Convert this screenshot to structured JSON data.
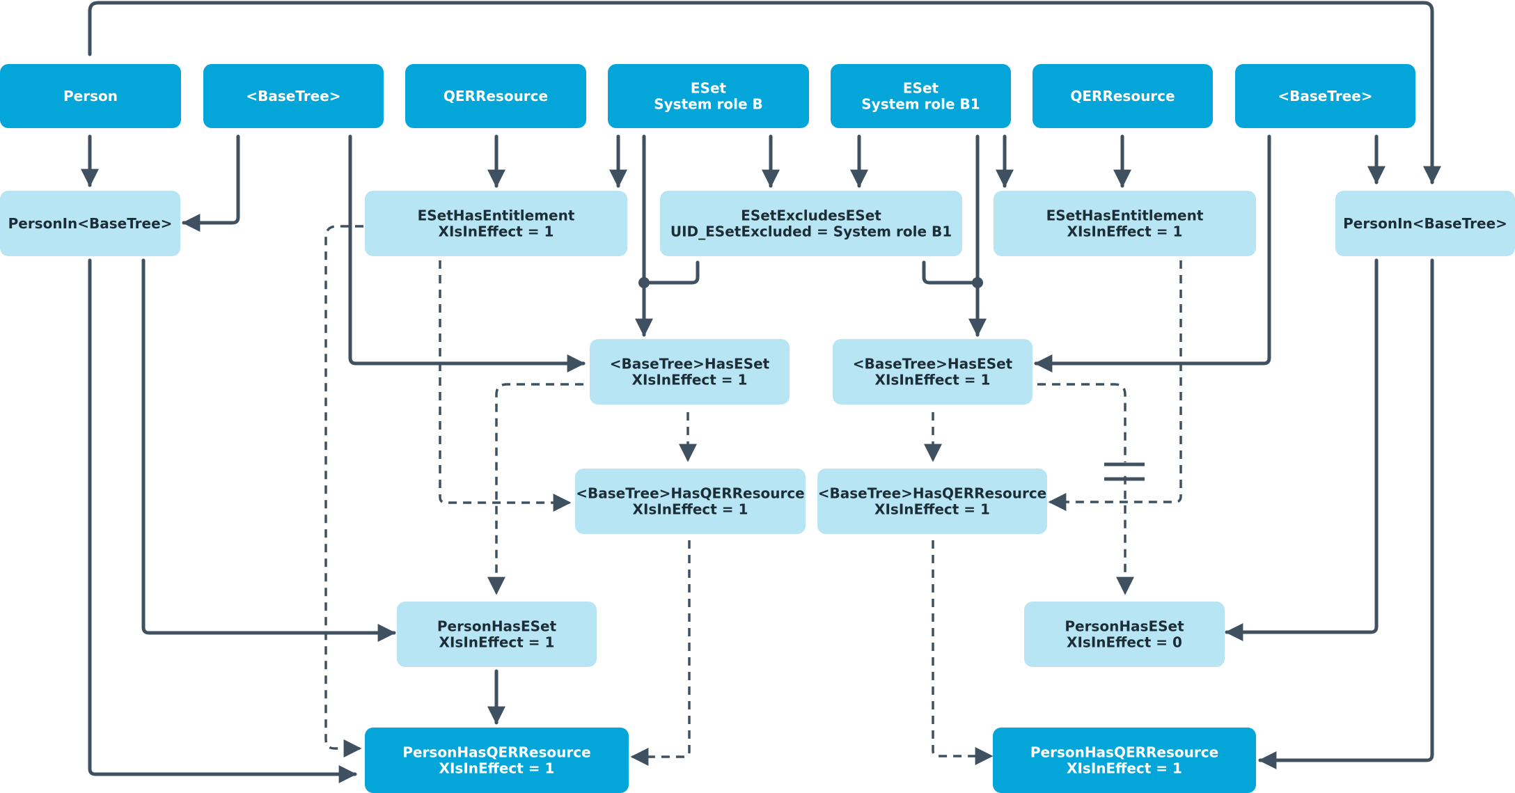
{
  "diagram": {
    "colors": {
      "primary_box": "#04a6d9",
      "secondary_box": "#b7e5f3",
      "connector": "#3f5160"
    },
    "nodes": {
      "person_top": {
        "lines": [
          "Person"
        ]
      },
      "basetree_top_1": {
        "lines": [
          "<BaseTree>"
        ]
      },
      "qerresource_top_1": {
        "lines": [
          "QERResource"
        ]
      },
      "eset_b": {
        "lines": [
          "ESet",
          "System role B"
        ]
      },
      "eset_b1": {
        "lines": [
          "ESet",
          "System role B1"
        ]
      },
      "qerresource_top_2": {
        "lines": [
          "QERResource"
        ]
      },
      "basetree_top_2": {
        "lines": [
          "<BaseTree>"
        ]
      },
      "personin_left": {
        "lines": [
          "PersonIn<BaseTree>"
        ]
      },
      "esethasentitlement_left": {
        "lines": [
          "ESetHasEntitlement",
          "XIsInEffect = 1"
        ]
      },
      "esetexcludeseset": {
        "lines": [
          "ESetExcludesESet",
          "UID_ESetExcluded = System role B1"
        ]
      },
      "esethasentitlement_right": {
        "lines": [
          "ESetHasEntitlement",
          "XIsInEffect = 1"
        ]
      },
      "personin_right": {
        "lines": [
          "PersonIn<BaseTree>"
        ]
      },
      "basetreehaseset_left": {
        "lines": [
          "<BaseTree>HasESet",
          "XIsInEffect = 1"
        ]
      },
      "basetreehaseset_right": {
        "lines": [
          "<BaseTree>HasESet",
          "XIsInEffect = 1"
        ]
      },
      "basetreehasqer_left": {
        "lines": [
          "<BaseTree>HasQERResource",
          "XIsInEffect = 1"
        ]
      },
      "basetreehasqer_right": {
        "lines": [
          "<BaseTree>HasQERResource",
          "XIsInEffect = 1"
        ]
      },
      "personhaseset_left": {
        "lines": [
          "PersonHasESet",
          "XIsInEffect = 1"
        ]
      },
      "personhaseset_right": {
        "lines": [
          "PersonHasESet",
          "XIsInEffect = 0"
        ]
      },
      "personhasqer_left": {
        "lines": [
          "PersonHasQERResource",
          "XIsInEffect = 1"
        ]
      },
      "personhasqer_right": {
        "lines": [
          "PersonHasQERResource",
          "XIsInEffect = 1"
        ]
      }
    }
  }
}
